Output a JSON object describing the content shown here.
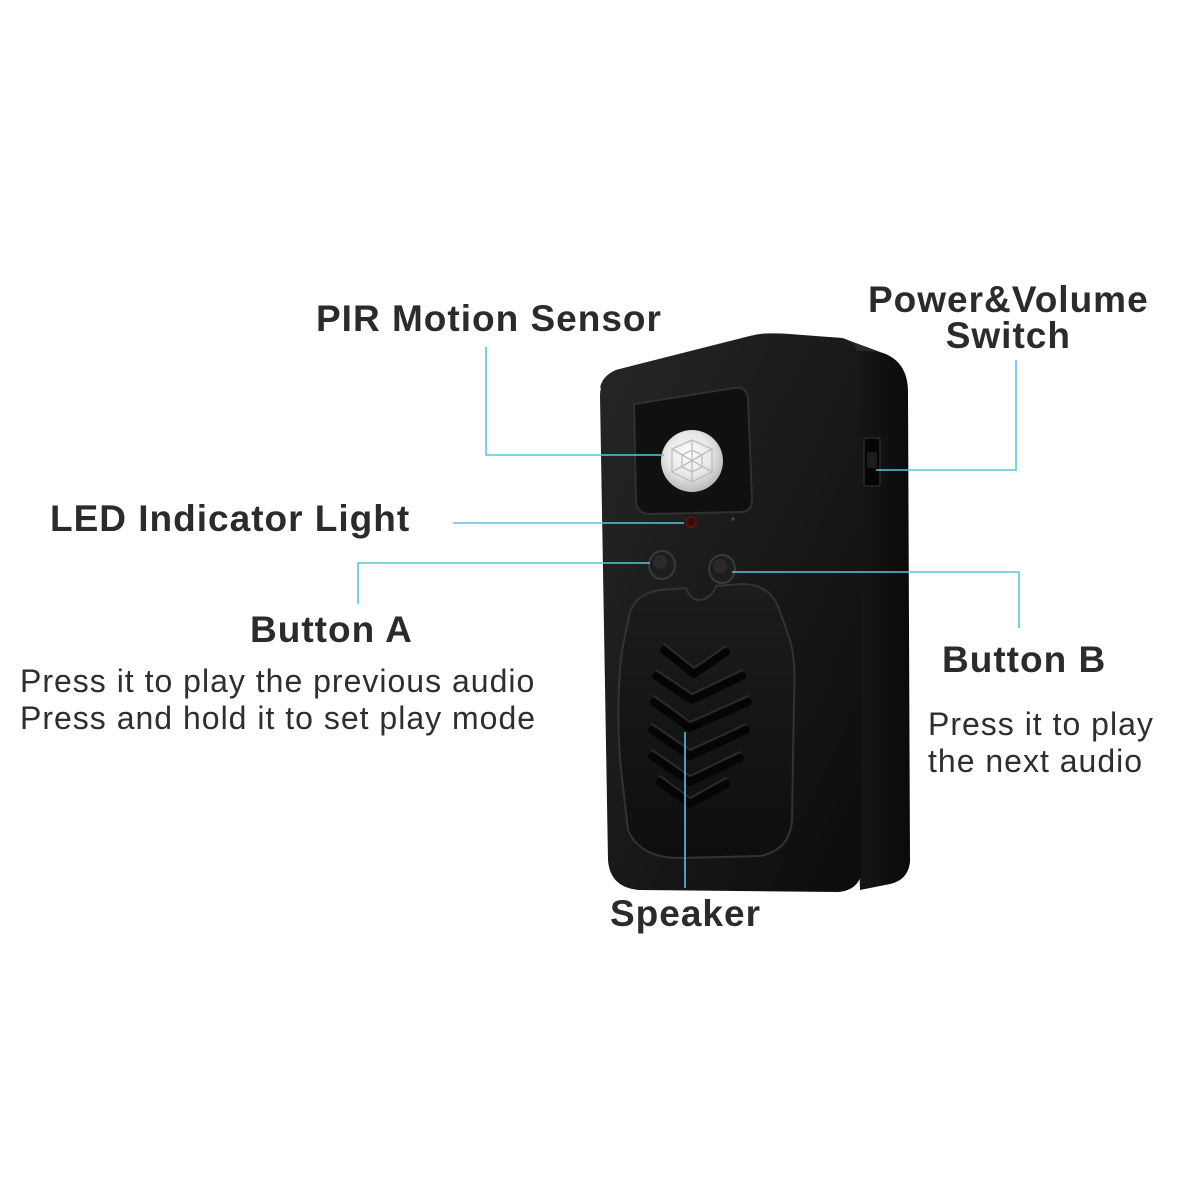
{
  "labels": {
    "pir_motion_sensor": "PIR Motion Sensor",
    "power_volume_switch_line1": "Power&Volume",
    "power_volume_switch_line2": "Switch",
    "led_indicator_light": "LED Indicator Light",
    "button_a": "Button A",
    "button_a_desc_line1": "Press it to play the previous audio",
    "button_a_desc_line2": "Press and hold it to set play mode",
    "button_b": "Button B",
    "button_b_desc_line1": "Press it to play",
    "button_b_desc_line2": "the next audio",
    "speaker": "Speaker"
  },
  "colors": {
    "background": "#ffffff",
    "device_body": "#141414",
    "leader_line": "#5bc4e0",
    "label_text": "#2b2b2b"
  }
}
